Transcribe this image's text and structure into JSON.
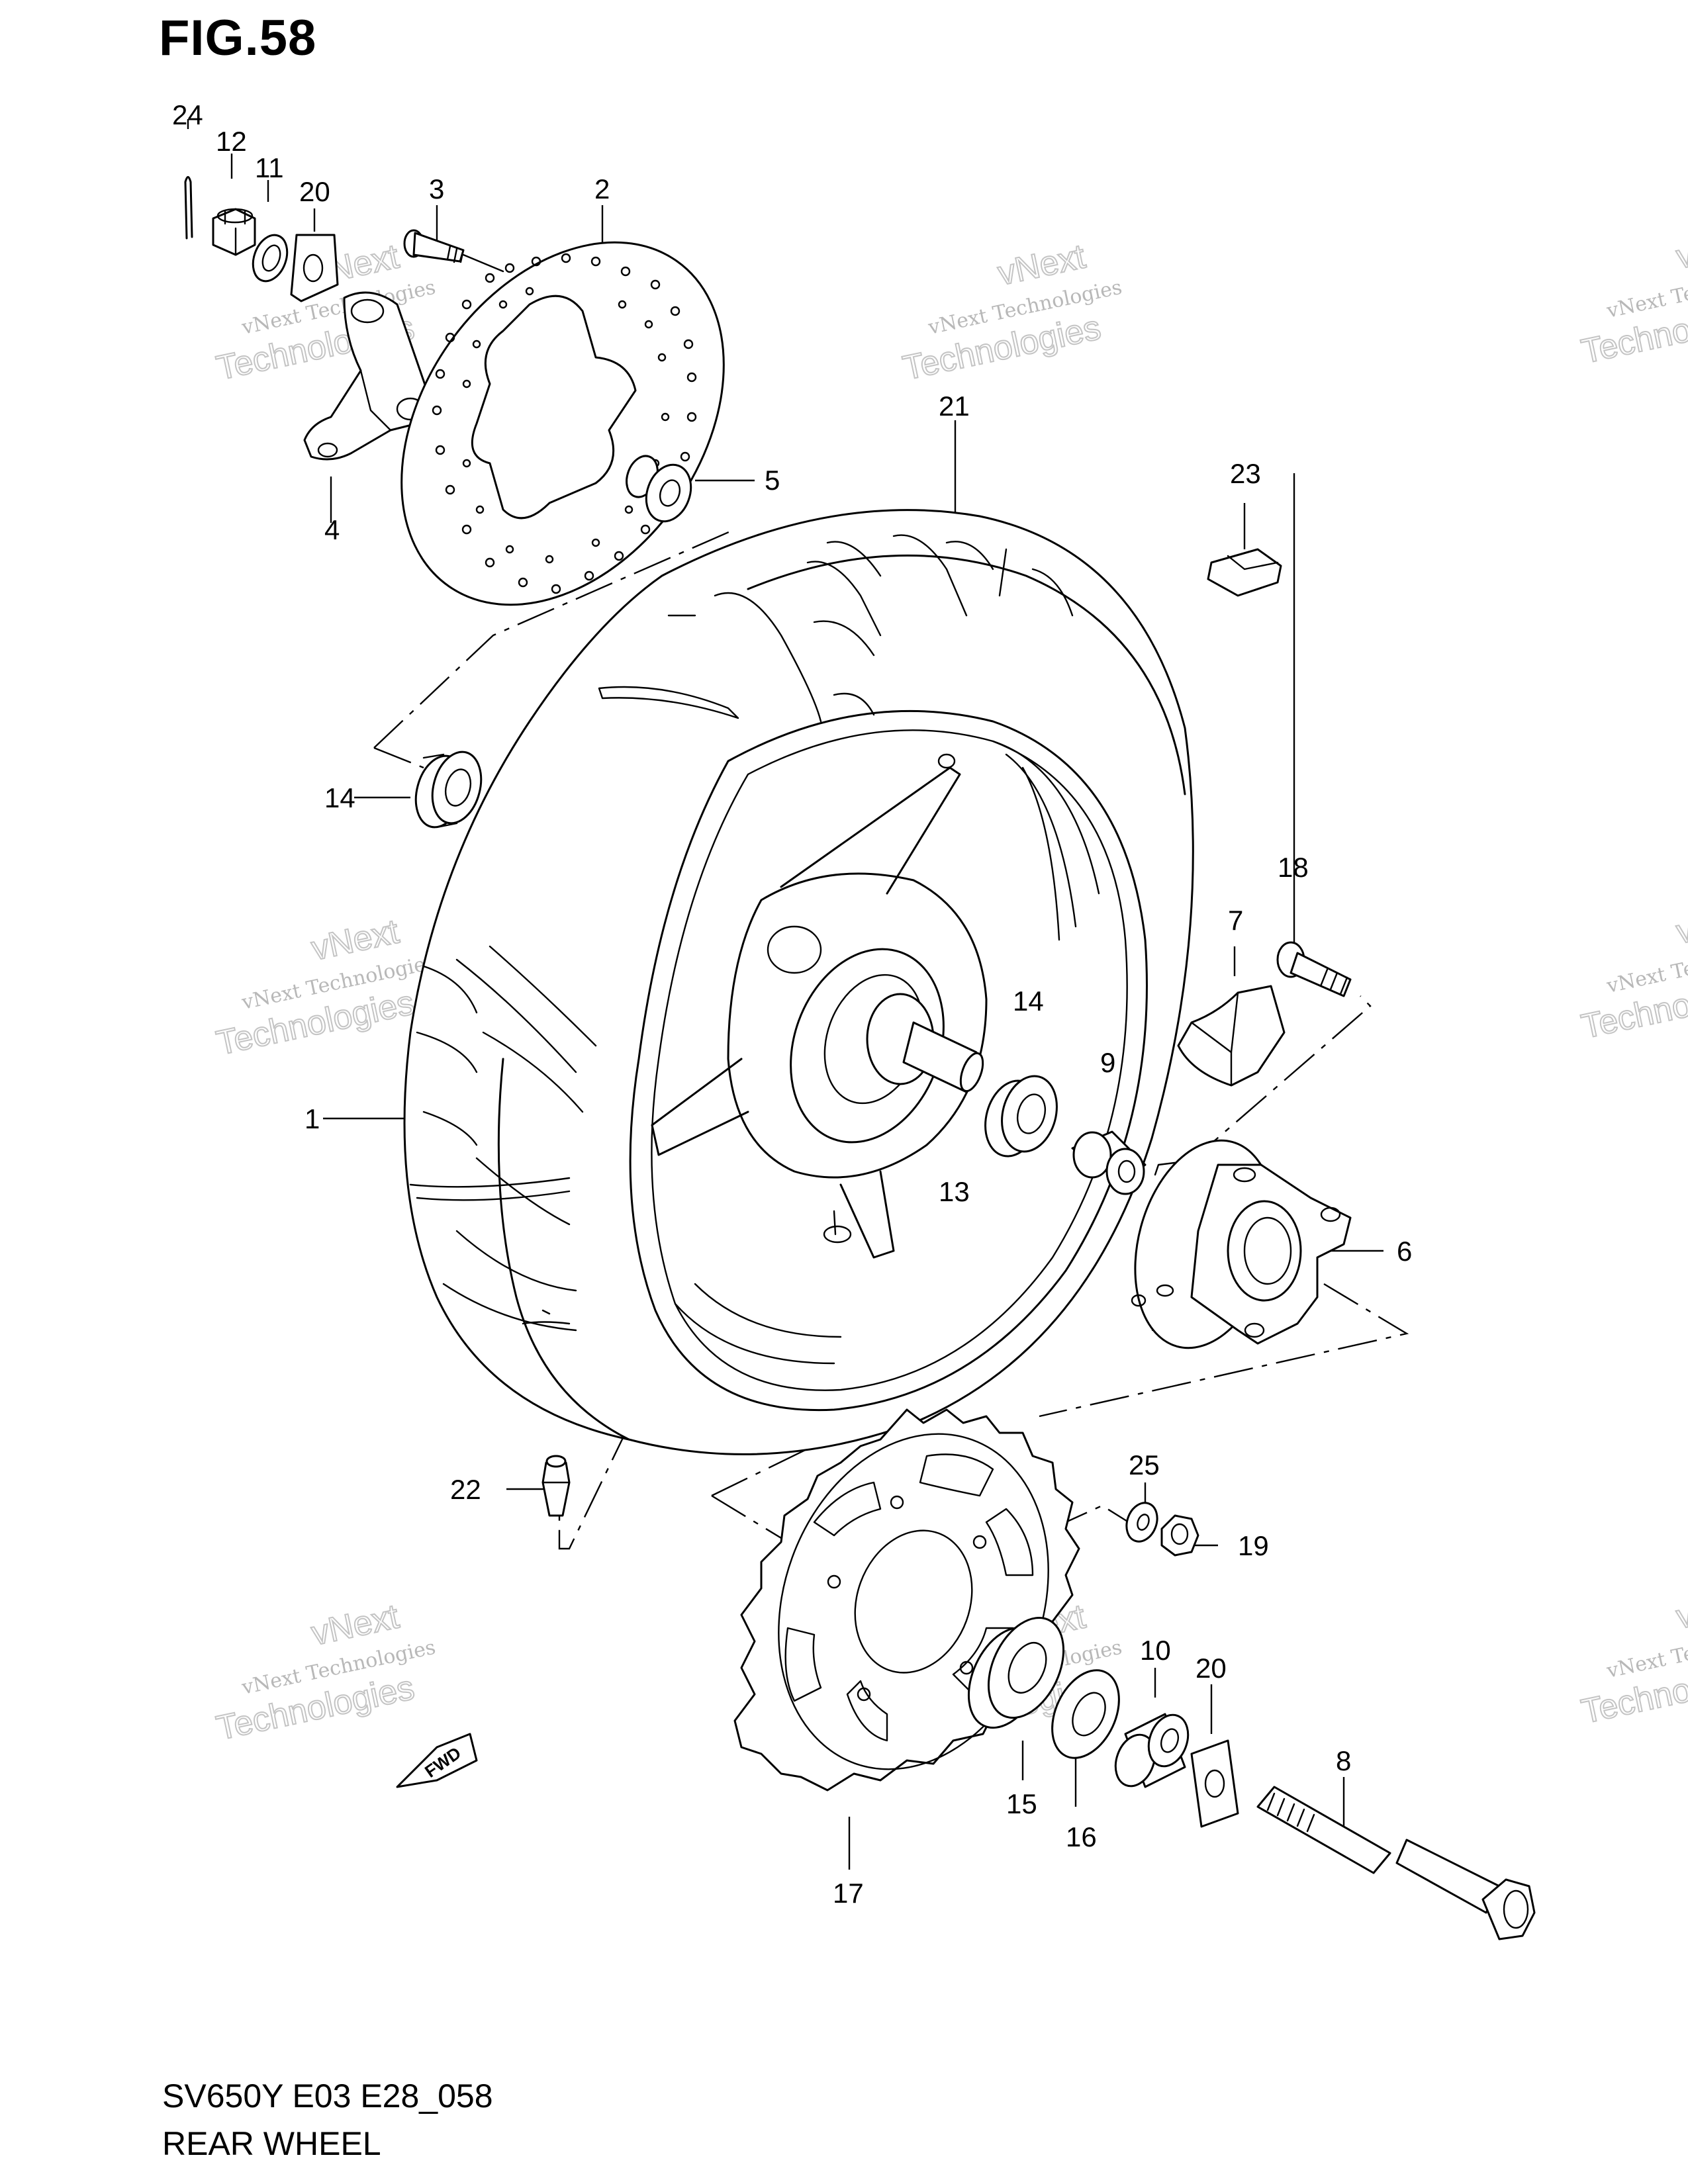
{
  "figure": {
    "title": "FIG.58",
    "code": "SV650Y E03 E28_058",
    "name": "REAR WHEEL",
    "direction_label": "FWD",
    "watermark_line1": "vNext Technologies",
    "watermark_line2": "vNext",
    "watermark_line3": "Technologies"
  },
  "callouts": [
    {
      "id": "c24",
      "label": "24"
    },
    {
      "id": "c12",
      "label": "12"
    },
    {
      "id": "c11",
      "label": "11"
    },
    {
      "id": "c20a",
      "label": "20"
    },
    {
      "id": "c3",
      "label": "3"
    },
    {
      "id": "c2",
      "label": "2"
    },
    {
      "id": "c5",
      "label": "5"
    },
    {
      "id": "c4",
      "label": "4"
    },
    {
      "id": "c21",
      "label": "21"
    },
    {
      "id": "c23",
      "label": "23"
    },
    {
      "id": "c14a",
      "label": "14"
    },
    {
      "id": "c18",
      "label": "18"
    },
    {
      "id": "c7",
      "label": "7"
    },
    {
      "id": "c14b",
      "label": "14"
    },
    {
      "id": "c9",
      "label": "9"
    },
    {
      "id": "c1",
      "label": "1"
    },
    {
      "id": "c13",
      "label": "13"
    },
    {
      "id": "c6",
      "label": "6"
    },
    {
      "id": "c22",
      "label": "22"
    },
    {
      "id": "c25",
      "label": "25"
    },
    {
      "id": "c19",
      "label": "19"
    },
    {
      "id": "c10",
      "label": "10"
    },
    {
      "id": "c20b",
      "label": "20"
    },
    {
      "id": "c15",
      "label": "15"
    },
    {
      "id": "c16",
      "label": "16"
    },
    {
      "id": "c8",
      "label": "8"
    },
    {
      "id": "c17",
      "label": "17"
    }
  ]
}
